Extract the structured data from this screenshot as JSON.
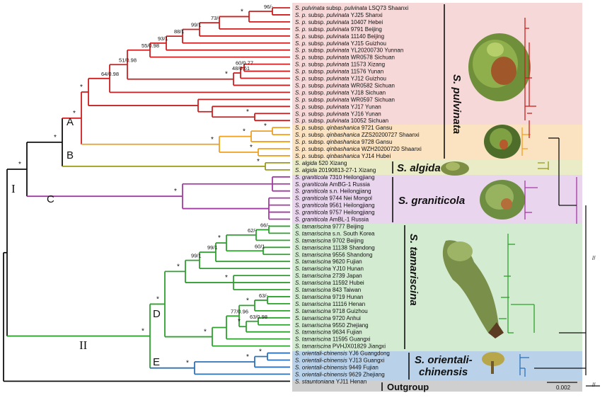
{
  "colors": {
    "A": "#cc1f1f",
    "qinbashanica": "#f0a020",
    "B": "#9a9a1e",
    "C": "#a33aa3",
    "D": "#2ea12e",
    "E": "#2d72b8",
    "backbone": "#111111",
    "bg_pulvinata": "#f6d8d8",
    "bg_qinbashanica": "#fbe3c1",
    "bg_algida": "#e9ecc6",
    "bg_graniticola": "#ead5ef",
    "bg_tamariscina": "#d3ecd1",
    "bg_orientali": "#b9d2ea",
    "bg_outgroup": "#cfcfcf"
  },
  "leaves": [
    {
      "g": "S. pulvinata",
      "r": "subsp. pulvinata LSQ73 Shaanxi"
    },
    {
      "g": "S. p.",
      "r": "subsp. pulvinata YJ25 Shanxi"
    },
    {
      "g": "S. p.",
      "r": "subsp. pulvinata 10407 Hebei"
    },
    {
      "g": "S. p.",
      "r": "subsp. pulvinata 9791 Beijing"
    },
    {
      "g": "S. p.",
      "r": "subsp. pulvinata 11140 Beijing"
    },
    {
      "g": "S. p.",
      "r": "subsp. pulvinata YJ15 Guizhou"
    },
    {
      "g": "S. p.",
      "r": "subsp. pulvinata YL20200730 Yunnan"
    },
    {
      "g": "S. p.",
      "r": "subsp. pulvinata WR0578 Sichuan"
    },
    {
      "g": "S. p.",
      "r": "subsp. pulvinata 11573 Xizang"
    },
    {
      "g": "S. p.",
      "r": "subsp. pulvinata 11576 Yunan"
    },
    {
      "g": "S. p.",
      "r": "subsp. pulvinata YJ12 Guizhou"
    },
    {
      "g": "S. p.",
      "r": "subsp. pulvinata WR0582 Sichuan"
    },
    {
      "g": "S. p.",
      "r": "subsp. pulvinata YJ18 Sichuan"
    },
    {
      "g": "S. p.",
      "r": "subsp. pulvinata WR0597 Sichuan"
    },
    {
      "g": "S. p.",
      "r": "subsp. pulvinata YJ17 Yunan"
    },
    {
      "g": "S. p.",
      "r": "subsp. pulvinata YJ16 Yunan"
    },
    {
      "g": "S. p.",
      "r": "subsp. pulvinata 10052 Sichuan"
    },
    {
      "g": "S. p.",
      "r": "subsp. qinbashanica 9721 Gansu"
    },
    {
      "g": "S. p.",
      "r": "subsp. qinbashanica ZZS20200727 Shaanxi"
    },
    {
      "g": "S. p.",
      "r": "subsp. qinbashanica 9728 Gansu"
    },
    {
      "g": "S. p.",
      "r": "subsp. qinbashanica WZH20200720 Shaanxi"
    },
    {
      "g": "S. p.",
      "r": "subsp. qinbashanica YJ14 Hubei"
    },
    {
      "g": "S. algida",
      "r": "520 Xizang"
    },
    {
      "g": "S. algida",
      "r": "20190813-27-1 Xizang"
    },
    {
      "g": "S. graniticola",
      "r": "7310 Heilongjiang"
    },
    {
      "g": "S. graniticola",
      "r": "AmBG-1 Russia"
    },
    {
      "g": "S. graniticola",
      "r": "s.n. Heilongjiang"
    },
    {
      "g": "S. graniticola",
      "r": "9744 Nei Mongol"
    },
    {
      "g": "S. graniticola",
      "r": "9561 Heilongjiang"
    },
    {
      "g": "S. graniticola",
      "r": "9757 Heilongjiang"
    },
    {
      "g": "S. graniticola",
      "r": "AmBL-1 Russia"
    },
    {
      "g": "S. tamariscina",
      "r": "9777 Beijing"
    },
    {
      "g": "S. tamariscina",
      "r": "s.n. South Korea"
    },
    {
      "g": "S. tamariscina",
      "r": "9702 Beijing"
    },
    {
      "g": "S. tamariscina",
      "r": "11138 Shandong"
    },
    {
      "g": "S. tamariscina",
      "r": "9556 Shandong"
    },
    {
      "g": "S. tamariscina",
      "r": "9620 Fujian"
    },
    {
      "g": "S. tamariscina",
      "r": "YJ10 Hunan"
    },
    {
      "g": "S. tamariscina",
      "r": "2739 Japan"
    },
    {
      "g": "S. tamariscina",
      "r": "11592 Hubei"
    },
    {
      "g": "S. tamariscina",
      "r": "843 Taiwan"
    },
    {
      "g": "S. tamariscina",
      "r": "9719 Hunan"
    },
    {
      "g": "S. tamariscina",
      "r": "11116 Henan"
    },
    {
      "g": "S. tamariscina",
      "r": "9718 Guizhou"
    },
    {
      "g": "S. tamariscina",
      "r": "9720 Anhui"
    },
    {
      "g": "S. tamariscina",
      "r": "9550 Zhejiang"
    },
    {
      "g": "S. tamariscina",
      "r": "9634 Fujian"
    },
    {
      "g": "S. tamariscina",
      "r": "11595 Guangxi"
    },
    {
      "g": "S. tamariscina",
      "r": "PVHJX01829 Jiangxi"
    },
    {
      "g": "S. orientali-chinensis",
      "r": "YJ6 Guangdong"
    },
    {
      "g": "S. orientali-chinensis",
      "r": "YJ13 Guangxi"
    },
    {
      "g": "S. orientali-chinensis",
      "r": "9449 Fujian"
    },
    {
      "g": "S. orientali-chinensis",
      "r": "9629 Zhejiang"
    },
    {
      "g": "S. stauntoniana",
      "r": "YJ11 Henan"
    }
  ],
  "support": {
    "n_96": "96/-",
    "n_73": "73/-",
    "n_99_1a": "99/1",
    "n_88": "88/1",
    "n_93": "93/1",
    "n_55": "55/0.98",
    "n_51": "51/0.98",
    "n_64": "64/0.98",
    "n_60_77": "60/0.77",
    "n_48": "48/0.61",
    "n_66": "66/-",
    "n_62": "62/-",
    "n_60_1": "60/1",
    "n_99_1b": "99/1",
    "n_99_1c": "99/1",
    "n_63": "63/-",
    "n_77": "77/0.96",
    "n_63_98": "63/0.98",
    "star": "*"
  },
  "clade_labels": {
    "A": "A",
    "B": "B",
    "C": "C",
    "D": "D",
    "E": "E",
    "I": "I",
    "II": "II"
  },
  "species_labels": {
    "pulvinata": "S. pulvinata",
    "algida": "S. algida",
    "graniticola": "S. graniticola",
    "tamariscina": "S. tamariscina",
    "orientali_1": "S. orientali-",
    "orientali_2": "chinensis",
    "outgroup": "Outgroup"
  },
  "scale_bar": "0.002",
  "break_mark": "//"
}
